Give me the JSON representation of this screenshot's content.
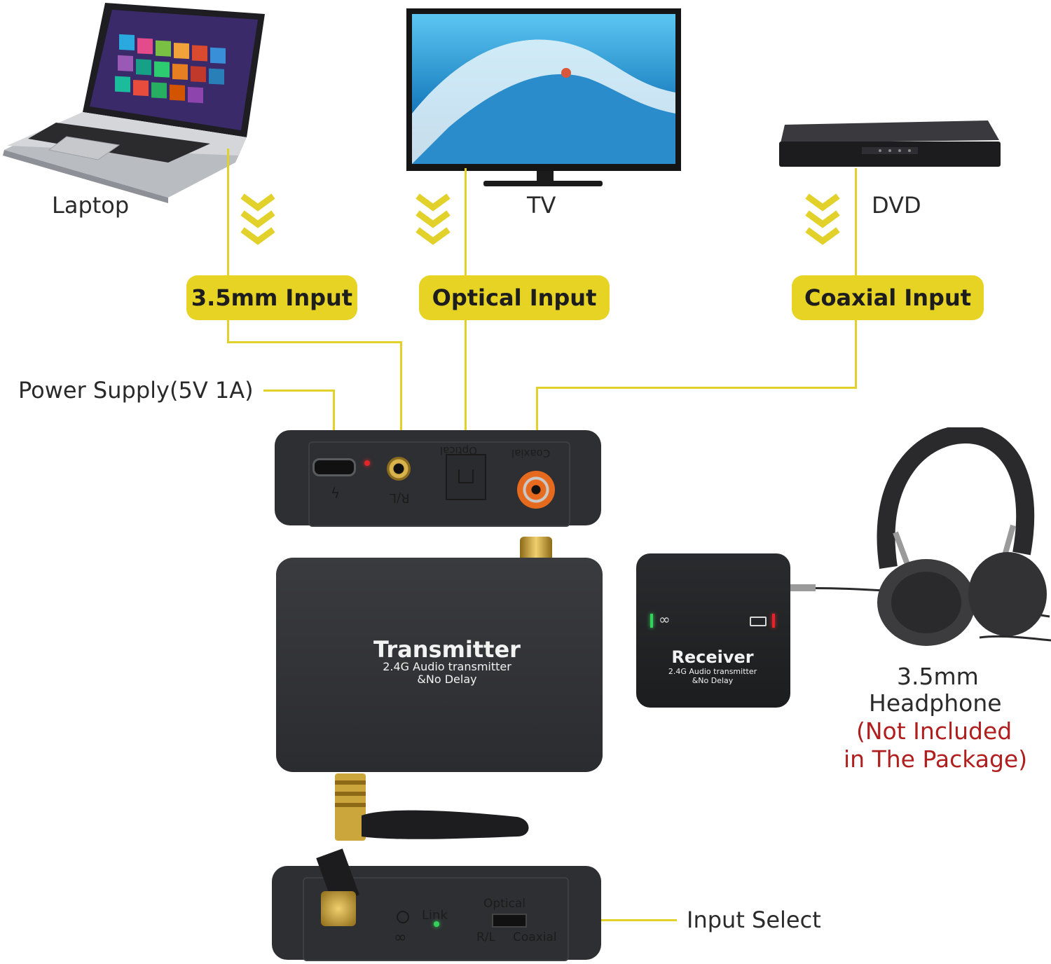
{
  "sources": {
    "laptop": "Laptop",
    "tv": "TV",
    "dvd": "DVD"
  },
  "inputs": {
    "aux": "3.5mm Input",
    "optical": "Optical Input",
    "coaxial": "Coaxial Input"
  },
  "power_supply": "Power Supply(5V 1A)",
  "input_select": "Input Select",
  "transmitter": {
    "title": "Transmitter",
    "line1": "2.4G Audio transmitter",
    "line2": "&No Delay",
    "port_rl": "R/L",
    "port_optical": "Optical",
    "port_coaxial": "Coaxial",
    "link": "Link",
    "switch_optical": "Optical",
    "switch_rl": "R/L",
    "switch_coaxial": "Coaxial"
  },
  "receiver": {
    "title": "Receiver",
    "line1": "2.4G Audio transmitter",
    "line2": "&No Delay"
  },
  "headphone": {
    "line1": "3.5mm",
    "line2": "Headphone",
    "note1": "(Not Included",
    "note2": "in The Package)"
  },
  "colors": {
    "accent_yellow": "#e6d324",
    "note_red": "#b01e1e",
    "device_dark": "#2f3033"
  }
}
